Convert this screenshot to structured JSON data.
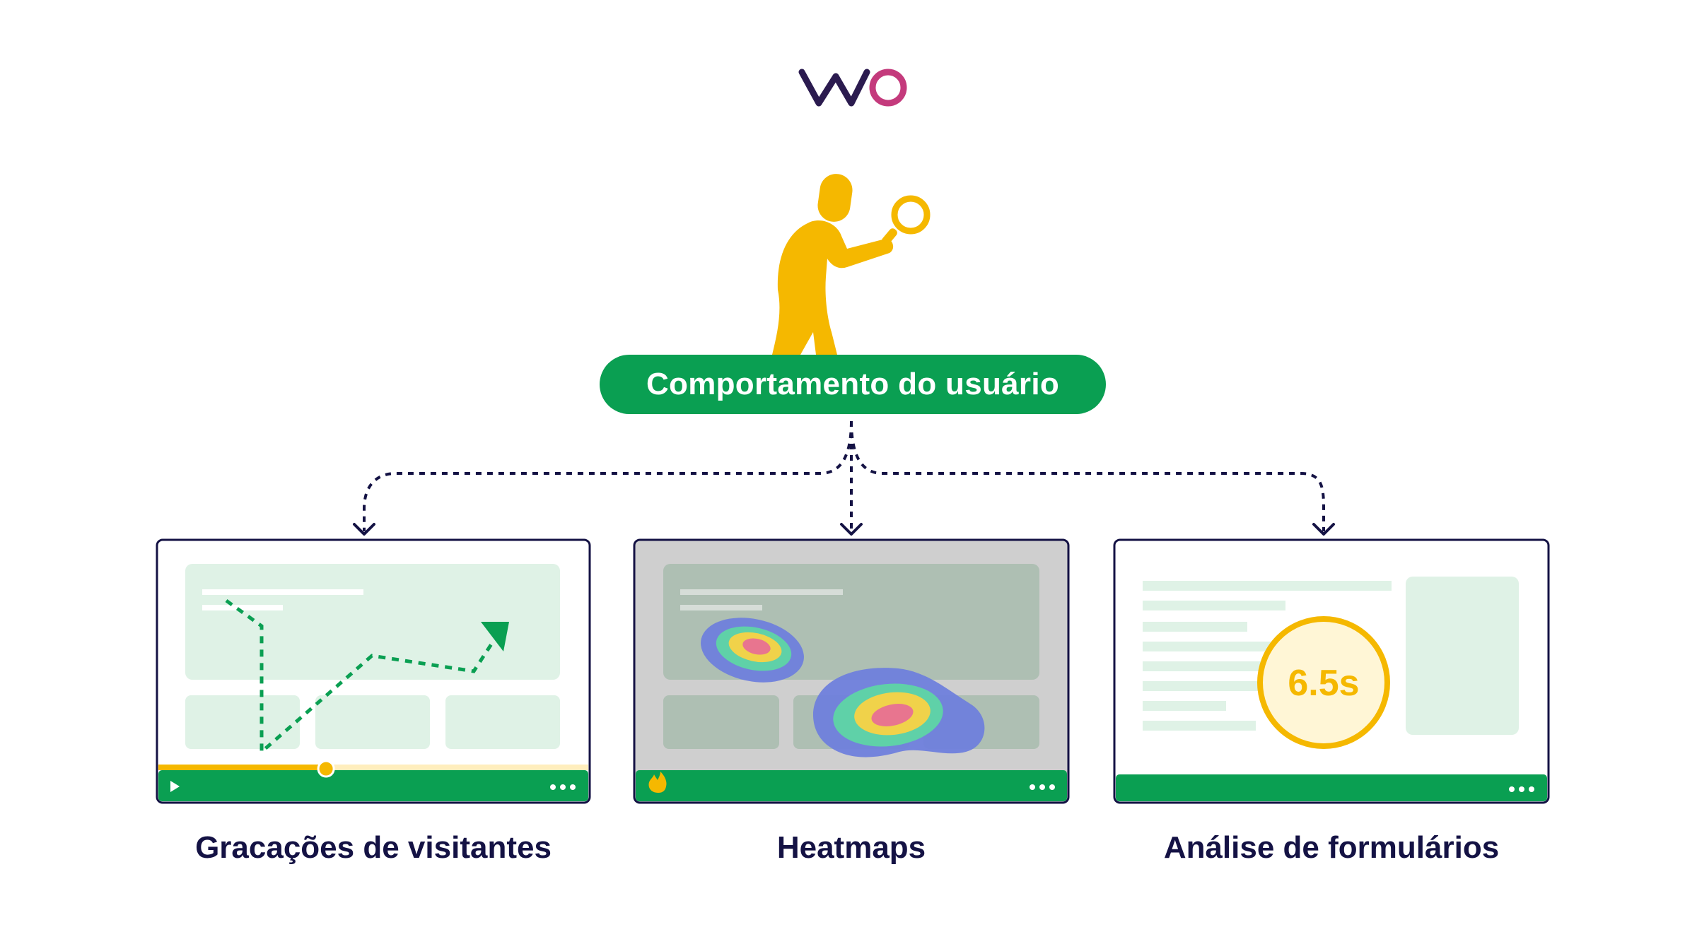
{
  "brand": {
    "logo_text": "VWO",
    "logo_colors": [
      "#2b1b4f",
      "#c43a7c"
    ]
  },
  "hero": {
    "label": "Comportamento do usuário",
    "figure_icon": "person-with-magnifier-icon"
  },
  "cards": [
    {
      "caption": "Gracações de visitantes",
      "icon": "play-icon",
      "menu_icon": "more-dots-icon",
      "progress": 0.39
    },
    {
      "caption": "Heatmaps",
      "icon": "flame-icon",
      "menu_icon": "more-dots-icon"
    },
    {
      "caption": "Análise de formulários",
      "timer": "6.5s",
      "menu_icon": "more-dots-icon"
    }
  ],
  "colors": {
    "green": "#0a9f52",
    "light_green": "#dff2e6",
    "navy": "#141244",
    "yellow": "#f5b800",
    "heatmap_bg": "#cfcfcf"
  }
}
